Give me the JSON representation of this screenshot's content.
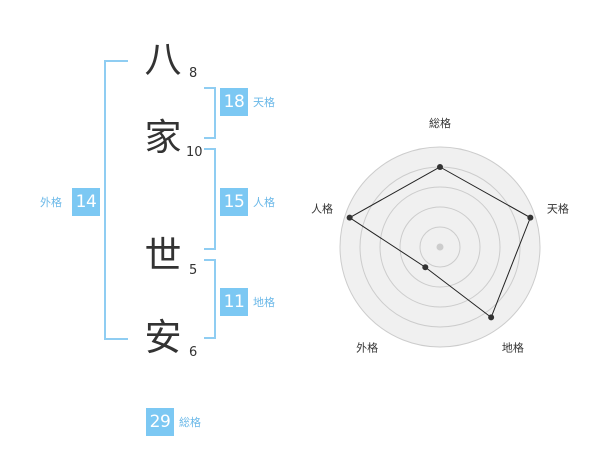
{
  "name_chars": [
    {
      "char": "八",
      "strokes": "8"
    },
    {
      "char": "家",
      "strokes": "10"
    },
    {
      "char": "世",
      "strokes": "5"
    },
    {
      "char": "安",
      "strokes": "6"
    }
  ],
  "fortunes": {
    "tenkaku": {
      "value": "18",
      "label": "天格"
    },
    "jinkaku": {
      "value": "15",
      "label": "人格"
    },
    "chikaku": {
      "value": "11",
      "label": "地格"
    },
    "gaikaku": {
      "value": "14",
      "label": "外格"
    },
    "soukaku": {
      "value": "29",
      "label": "総格"
    }
  },
  "radar": {
    "axes": [
      "総格",
      "天格",
      "地格",
      "外格",
      "人格"
    ],
    "values": [
      0.8,
      0.95,
      0.87,
      0.25,
      0.95
    ],
    "ring_count": 5,
    "colors": {
      "fill": "#f0f0f0",
      "ring": "#cccccc",
      "line": "#222222",
      "point": "#333333"
    }
  },
  "colors": {
    "accent": "#7cc8f3",
    "bracket": "#8fcdf2",
    "label": "#6ab8e8"
  }
}
